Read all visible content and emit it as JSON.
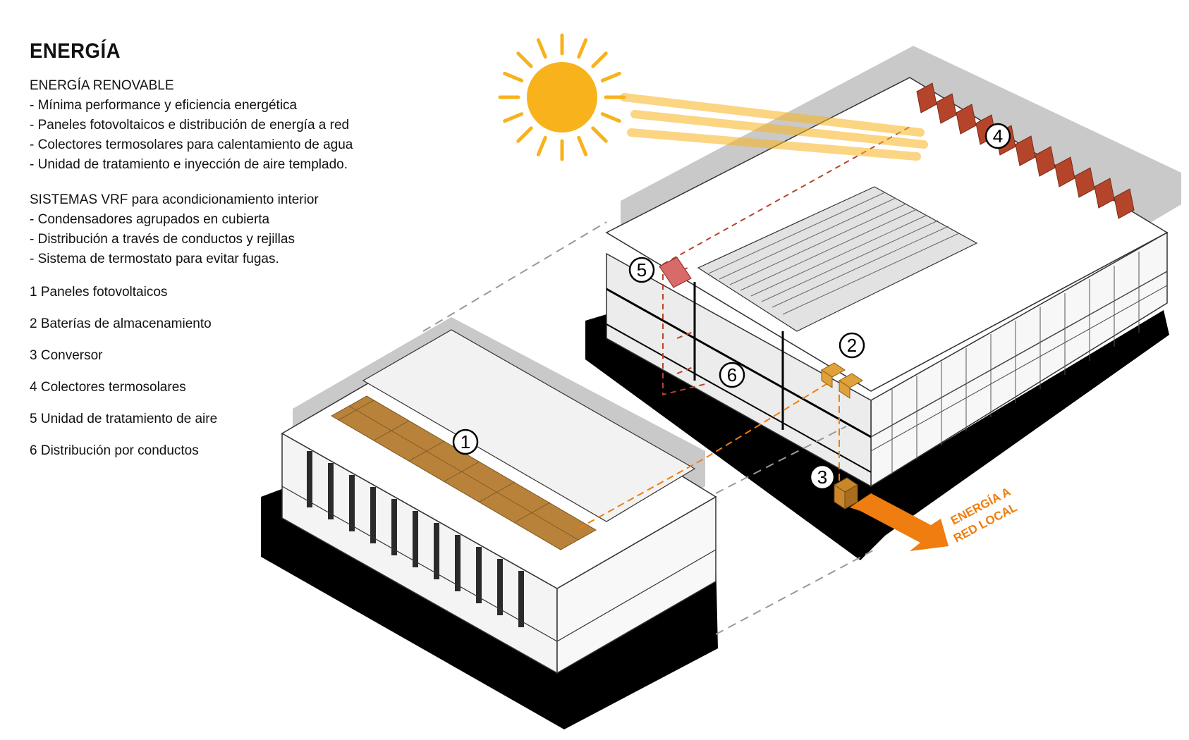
{
  "title": "ENERGÍA",
  "renewable": {
    "heading": "ENERGÍA RENOVABLE",
    "items": [
      "Mínima performance y eficiencia energética",
      "Paneles fotovoltaicos e distribución de energía a red",
      "Colectores termosolares para calentamiento de agua",
      "Unidad de tratamiento e inyección de aire templado."
    ]
  },
  "vrf": {
    "heading": "SISTEMAS VRF para acondicionamiento interior",
    "items": [
      "Condensadores agrupados en cubierta",
      "Distribución a través de conductos y rejillas",
      "Sistema de termostato para evitar fugas."
    ]
  },
  "components": [
    "1 Paneles fotovoltaicos",
    "2 Baterías de almacenamiento",
    "3 Conversor",
    "4 Colectores termosolares",
    "5 Unidad de tratamiento de aire",
    "6 Distribución por conductos"
  ],
  "markers": [
    "1",
    "2",
    "3",
    "4",
    "5",
    "6"
  ],
  "grid_label": [
    "ENERGÍA A",
    "RED LOCAL"
  ],
  "colors": {
    "sun": "#f7b21c",
    "orange": "#ef7d0f",
    "panel": "#b8823a",
    "collector": "#b5452a",
    "shadow": "#c9c9c9",
    "base": "#000000"
  }
}
